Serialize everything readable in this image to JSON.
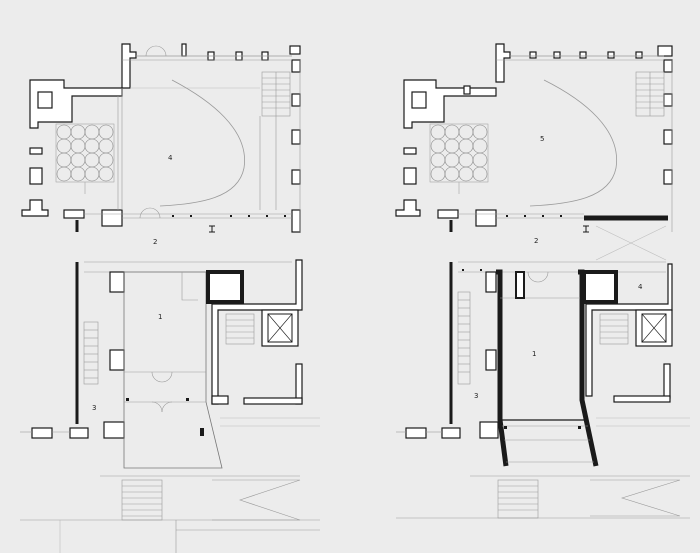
{
  "plans": [
    {
      "id": "left",
      "rooms": [
        {
          "id": "r4",
          "label": "4"
        },
        {
          "id": "r2",
          "label": "2"
        },
        {
          "id": "r1",
          "label": "1"
        },
        {
          "id": "r3",
          "label": "3"
        }
      ]
    },
    {
      "id": "right",
      "rooms": [
        {
          "id": "r5",
          "label": "5"
        },
        {
          "id": "r2",
          "label": "2"
        },
        {
          "id": "r1",
          "label": "1"
        },
        {
          "id": "r4",
          "label": "4"
        },
        {
          "id": "r3",
          "label": "3"
        }
      ]
    }
  ],
  "colors": {
    "background": "#ececec",
    "wall": "#1a1a1a",
    "thin_line": "#9a9a9a",
    "light_line": "#bdbdbd"
  }
}
